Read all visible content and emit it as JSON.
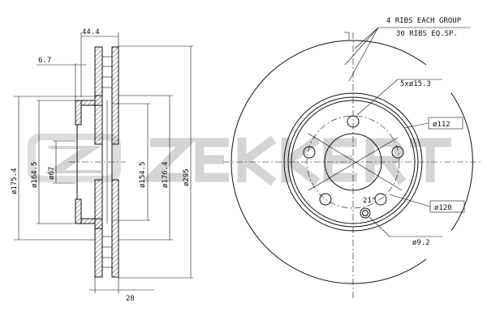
{
  "watermark": {
    "brand": "ZEKKERT"
  },
  "side_view": {
    "dimensions": {
      "width_total": "44.4",
      "hub_offset": "6.7",
      "thickness": "28",
      "d_175": "ø175.4",
      "d_164": "ø164.5",
      "d_67": "ø67",
      "d_154": "ø154.5",
      "d_176": "ø176.4",
      "d_295": "ø295"
    }
  },
  "front_view": {
    "ribs_line1": "4 RIBS EACH GROUP",
    "ribs_line2": "30 RIBS EQ.SP.",
    "bolt_holes": "5xø15.3",
    "pcd": "ø112",
    "hub_d": "ø120",
    "small_hole": "ø9.2",
    "angle": "21°"
  }
}
